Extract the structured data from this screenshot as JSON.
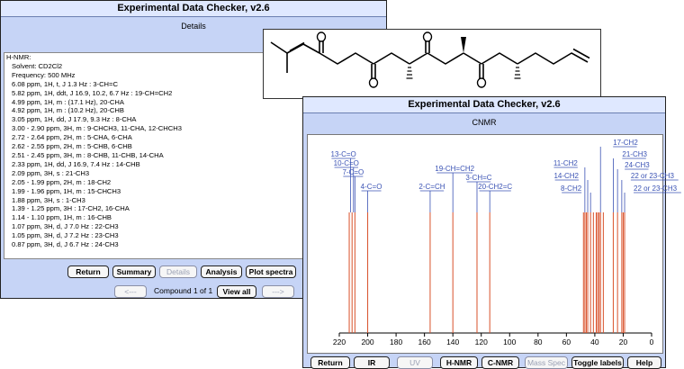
{
  "details": {
    "title": "Experimental Data Checker, v2.6",
    "subtitle": "Details",
    "lines": [
      {
        "t": "H-NMR:",
        "indent": false
      },
      {
        "t": "Solvent: CD2Cl2",
        "indent": true
      },
      {
        "t": "Frequency: 500 MHz",
        "indent": true
      },
      {
        "t": "6.08 ppm, 1H, t, J 1.3 Hz : 3-CH=C",
        "indent": true
      },
      {
        "t": "5.82 ppm, 1H, ddt, J 16.9, 10.2, 6.7 Hz : 19-CH=CH2",
        "indent": true
      },
      {
        "t": "4.99 ppm, 1H, m : (17.1 Hz), 20-CHA",
        "indent": true
      },
      {
        "t": "4.92 ppm, 1H, m : (10.2 Hz), 20-CHB",
        "indent": true
      },
      {
        "t": "3.05 ppm, 1H, dd, J 17.9, 9.3 Hz : 8-CHA",
        "indent": true
      },
      {
        "t": "3.00 - 2.90 ppm, 3H, m : 9-CHCH3, 11-CHA, 12-CHCH3",
        "indent": true
      },
      {
        "t": "2.72 - 2.64 ppm, 2H, m : 5-CHA, 6-CHA",
        "indent": true
      },
      {
        "t": "2.62 - 2.55 ppm, 2H, m : 5-CHB, 6-CHB",
        "indent": true
      },
      {
        "t": "2.51 - 2.45 ppm, 3H, m : 8-CHB, 11-CHB, 14-CHA",
        "indent": true
      },
      {
        "t": "2.33 ppm, 1H, dd, J 16.9, 7.4 Hz : 14-CHB",
        "indent": true
      },
      {
        "t": "2.09 ppm, 3H, s : 21-CH3",
        "indent": true
      },
      {
        "t": "2.05 - 1.99 ppm, 2H, m : 18-CH2",
        "indent": true
      },
      {
        "t": "1.99 - 1.96 ppm, 1H, m : 15-CHCH3",
        "indent": true
      },
      {
        "t": "1.88 ppm, 3H, s : 1-CH3",
        "indent": true
      },
      {
        "t": "1.39 - 1.25 ppm, 3H : 17-CH2, 16-CHA",
        "indent": true
      },
      {
        "t": "1.14 - 1.10 ppm, 1H, m : 16-CHB",
        "indent": true
      },
      {
        "t": "1.07 ppm, 3H, d, J 7.0 Hz : 22-CH3",
        "indent": true
      },
      {
        "t": "1.05 ppm, 3H, d, J 7.2 Hz : 23-CH3",
        "indent": true
      },
      {
        "t": "0.87 ppm, 3H, d, J 6.7 Hz : 24-CH3",
        "indent": true
      }
    ],
    "buttons": {
      "return": "Return",
      "summary": "Summary",
      "details": "Details",
      "analysis": "Analysis",
      "plot": "Plot spectra"
    },
    "nav": {
      "prev": "<---",
      "compound": "Compound 1 of 1",
      "view_all": "View all",
      "next": "--->"
    }
  },
  "cnmr": {
    "title": "Experimental Data Checker, v2.6",
    "subtitle": "CNMR",
    "buttons": {
      "return": "Return",
      "ir": "IR",
      "uv": "UV",
      "hnmr": "H-NMR",
      "cnmr": "C-NMR",
      "mass": "Mass Spec",
      "toggle": "Toggle labels",
      "help": "Help"
    }
  },
  "colors": {
    "window_bg": "#c6d4f6",
    "line": "#d9512a",
    "label": "#3a52b4"
  },
  "chart_data": {
    "type": "line",
    "xlim": [
      220,
      0
    ],
    "x_ticks": [
      220,
      200,
      180,
      160,
      140,
      120,
      100,
      80,
      60,
      40,
      20,
      0
    ],
    "peaks": [
      213,
      211,
      209,
      200,
      156,
      140,
      123,
      114,
      48,
      47,
      46,
      45,
      43,
      41,
      39,
      38,
      37,
      36,
      34,
      27,
      24,
      21,
      20,
      19
    ],
    "labels": [
      {
        "text": "13-C=O",
        "ppm": 212
      },
      {
        "text": "10-C=O",
        "ppm": 210
      },
      {
        "text": "7-C=O",
        "ppm": 209
      },
      {
        "text": "4-C=O",
        "ppm": 200
      },
      {
        "text": "2-C=CH",
        "ppm": 156
      },
      {
        "text": "19-CH=CH2",
        "ppm": 140
      },
      {
        "text": "3-CH=C",
        "ppm": 123
      },
      {
        "text": "20-CH2=C",
        "ppm": 114
      },
      {
        "text": "17-CH2",
        "ppm": 36
      },
      {
        "text": "21-CH3",
        "ppm": 27
      },
      {
        "text": "11-CH2",
        "ppm": 47
      },
      {
        "text": "24-CH3",
        "ppm": 24
      },
      {
        "text": "14-CH2",
        "ppm": 45
      },
      {
        "text": "22 or 23-CH3",
        "ppm": 21
      },
      {
        "text": "8-CH2",
        "ppm": 43
      },
      {
        "text": "22 or 23-CH3",
        "ppm": 19
      }
    ]
  }
}
